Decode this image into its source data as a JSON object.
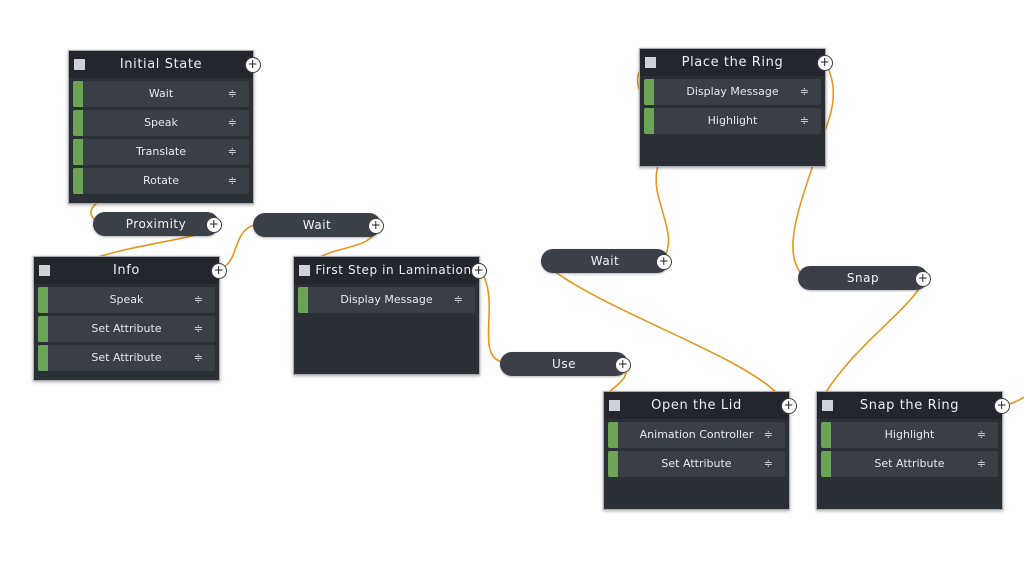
{
  "nodes": {
    "initial_state": {
      "title": "Initial State",
      "items": [
        "Wait",
        "Speak",
        "Translate",
        "Rotate"
      ]
    },
    "info": {
      "title": "Info",
      "items": [
        "Speak",
        "Set Attribute",
        "Set Attribute"
      ]
    },
    "first_step": {
      "title": "First Step in Lamination",
      "items": [
        "Display Message"
      ]
    },
    "place_ring": {
      "title": "Place the Ring",
      "items": [
        "Display Message",
        "Highlight"
      ]
    },
    "open_lid": {
      "title": "Open the Lid",
      "items": [
        "Animation Controller",
        "Set Attribute"
      ]
    },
    "snap_ring": {
      "title": "Snap the Ring",
      "items": [
        "Highlight",
        "Set Attribute"
      ]
    }
  },
  "transitions": {
    "proximity": "Proximity",
    "wait_1": "Wait",
    "wait_2": "Wait",
    "use": "Use",
    "snap": "Snap"
  },
  "glyphs": {
    "plus": "+",
    "grip": "≑"
  },
  "colors": {
    "wire": "#e8951e",
    "accent_bar": "#6aa454",
    "node_bg": "#2b2f36"
  }
}
